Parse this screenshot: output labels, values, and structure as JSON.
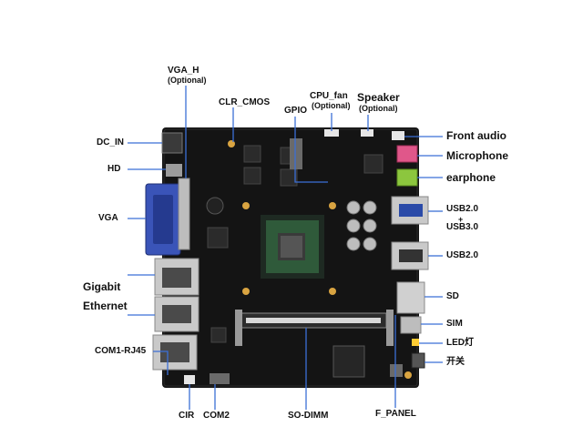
{
  "labels": {
    "vga_h": "VGA_H",
    "vga_h_opt": "(Optional)",
    "clr_cmos": "CLR_CMOS",
    "gpio": "GPIO",
    "cpu_fan": "CPU_fan",
    "cpu_fan_opt": "(Optional)",
    "speaker": "Speaker",
    "speaker_opt": "(Optional)",
    "front_audio": "Front audio",
    "microphone": "Microphone",
    "earphone": "earphone",
    "usb_top_1": "USB2.0",
    "usb_top_plus": "+",
    "usb_top_2": "USB3.0",
    "usb_bottom": "USB2.0",
    "sd": "SD",
    "sim": "SIM",
    "led": "LED灯",
    "switch": "开关",
    "dc_in": "DC_IN",
    "hd": "HD",
    "vga": "VGA",
    "gigabit": "Gigabit",
    "ethernet": "Ethernet",
    "com1": "COM1-RJ45",
    "cir": "CIR",
    "com2": "COM2",
    "so_dimm": "SO-DIMM",
    "f_panel": "F_PANEL"
  },
  "colors": {
    "board": "#141414",
    "leader_line": "#3b6fd6",
    "port_metal": "#c9c9c9",
    "vga_blue": "#3a54b8",
    "mic_pink": "#e0578a",
    "ear_green": "#8cc63e"
  }
}
